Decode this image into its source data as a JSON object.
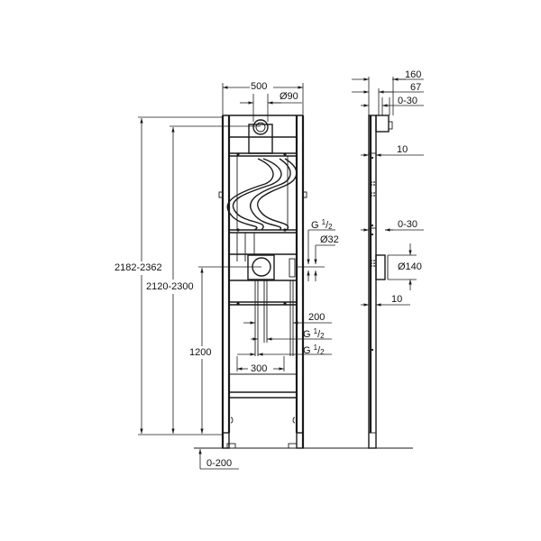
{
  "drawing": {
    "title": "Installation frame dimensional drawing",
    "front_view": {
      "width_label": "500",
      "top_pipe_diameter": "Ø90",
      "outlet_thread": "G",
      "outlet_thread_num": "1",
      "outlet_thread_den": "2",
      "outlet_diameter": "Ø32",
      "inlet_offset": "200",
      "inlet1_thread": "G",
      "inlet1_num": "1",
      "inlet1_den": "2",
      "inlet2_thread": "G",
      "inlet2_num": "1",
      "inlet2_den": "2",
      "inlet_spacing": "300",
      "overall_height": "2182-2362",
      "frame_height": "2120-2300",
      "outlet_height": "1200",
      "foot_adjust": "0-200"
    },
    "side_view": {
      "depth_total": "160",
      "depth_frame": "67",
      "top_adjust": "0-30",
      "upper_gap": "10",
      "mid_adjust": "0-30",
      "flange_diameter": "Ø140",
      "lower_gap": "10"
    },
    "colors": {
      "line": "#1a1a1a",
      "background": "#ffffff"
    }
  }
}
